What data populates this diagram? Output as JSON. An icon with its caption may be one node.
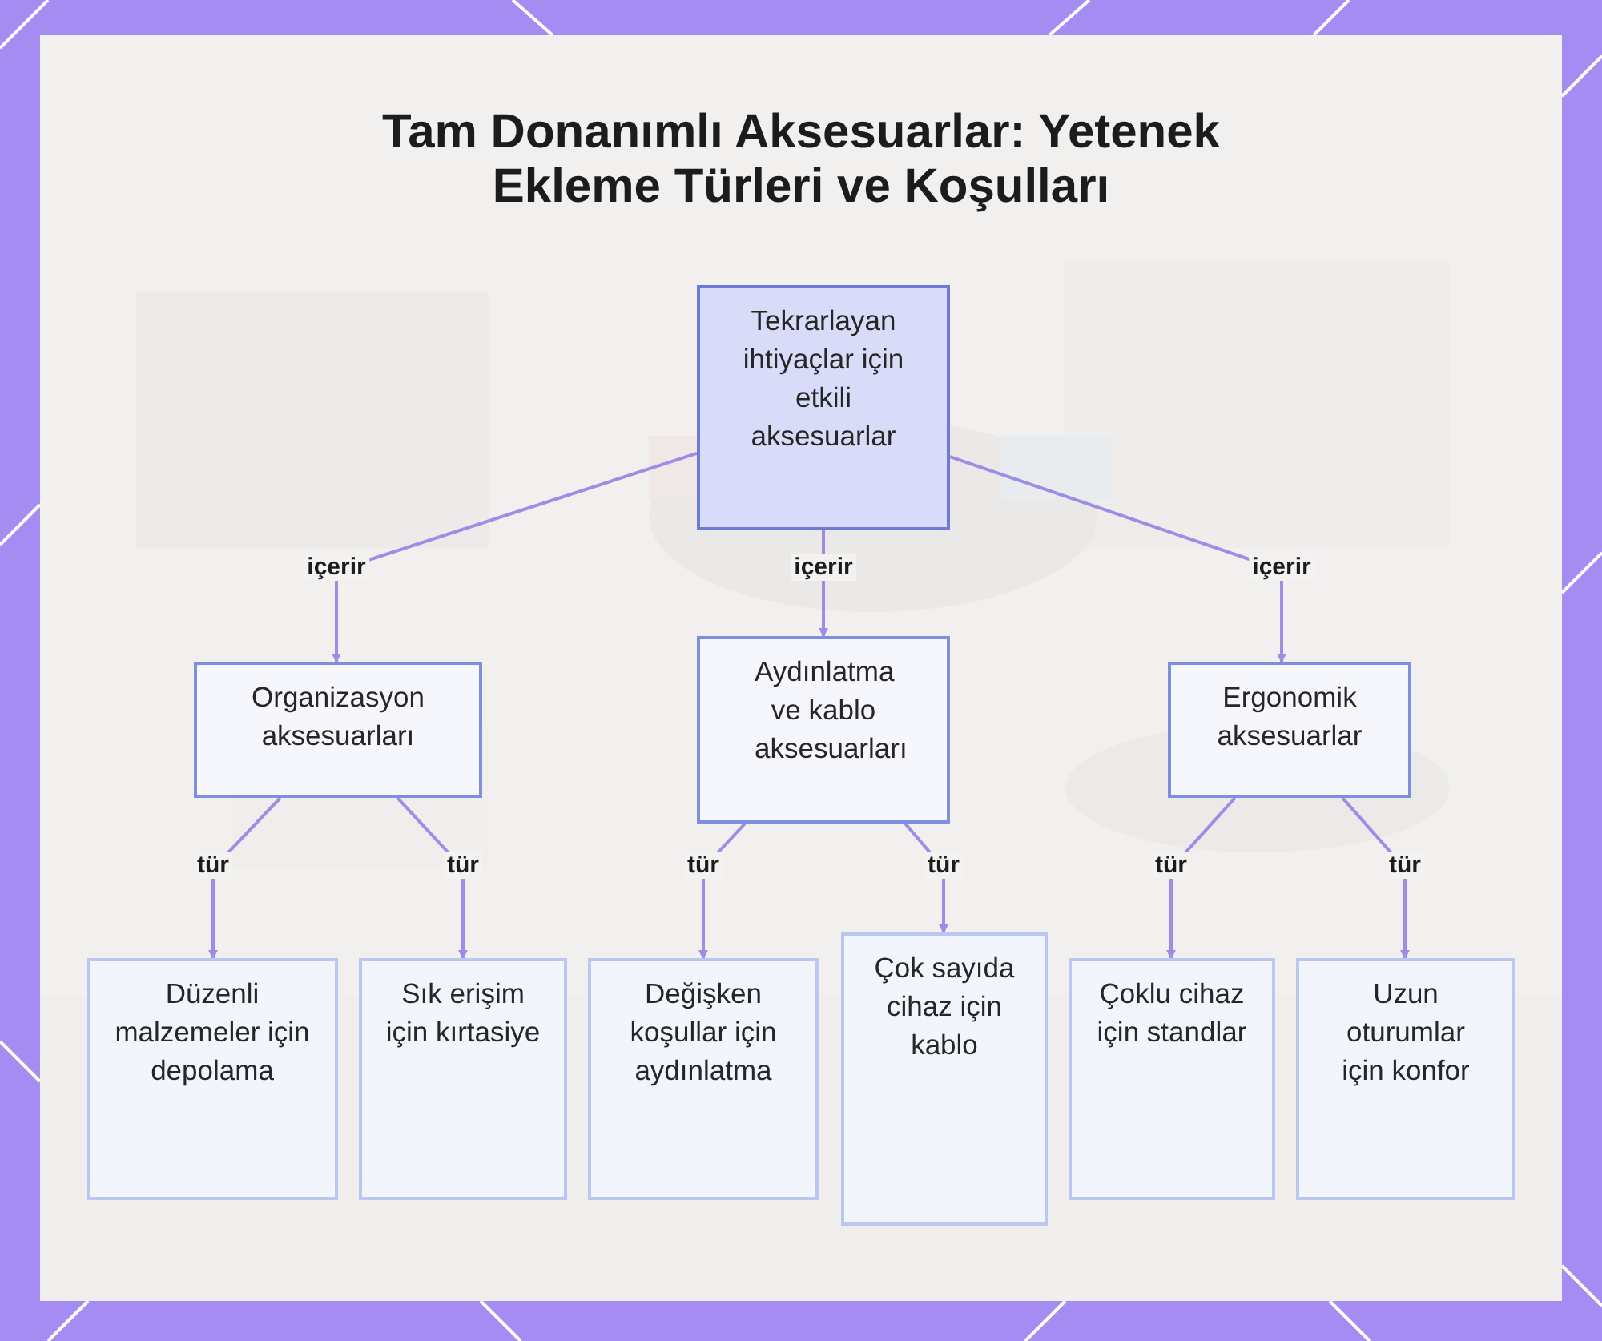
{
  "diagram": {
    "title": "Tam Donanımlı Aksesuarlar: Yetenek Ekleme Türleri ve Koşulları",
    "nodes": [
      {
        "text": [
          "Tekrarlayan ihtiyaçlar için etkili aksesuarlar"
        ]
      },
      {
        "text": [
          "Organizasyon aksesuarları"
        ]
      },
      {
        "text": [
          "Aydınlatma ve kablo aksesuarları"
        ]
      },
      {
        "text": [
          "Ergonomik aksesuarlar"
        ]
      },
      {
        "text": [
          "Düzenli malzemeler için depolama"
        ]
      },
      {
        "text": [
          "Sık erişim için kırtasiye"
        ]
      },
      {
        "text": [
          "Değişken koşullar için aydınlatma"
        ]
      },
      {
        "text": [
          "Çok sayıda cihaz için kablo"
        ]
      },
      {
        "text": [
          "Çoklu cihaz için standlar"
        ]
      },
      {
        "text": [
          "Uzun oturumlar için konfor"
        ]
      }
    ],
    "edges": [
      {
        "from": 0,
        "to": 1,
        "arrow": "to",
        "label": "içerir"
      },
      {
        "from": 0,
        "to": 2,
        "arrow": "to",
        "label": "içerir"
      },
      {
        "from": 0,
        "to": 3,
        "arrow": "to",
        "label": "içerir"
      },
      {
        "from": 1,
        "to": 4,
        "arrow": "to",
        "label": "tür"
      },
      {
        "from": 1,
        "to": 5,
        "arrow": "to",
        "label": "tür"
      },
      {
        "from": 2,
        "to": 6,
        "arrow": "to",
        "label": "tür"
      },
      {
        "from": 2,
        "to": 7,
        "arrow": "to",
        "label": "tür"
      },
      {
        "from": 3,
        "to": 8,
        "arrow": "to",
        "label": "tür"
      },
      {
        "from": 3,
        "to": 9,
        "arrow": "to",
        "label": "tür"
      }
    ]
  }
}
